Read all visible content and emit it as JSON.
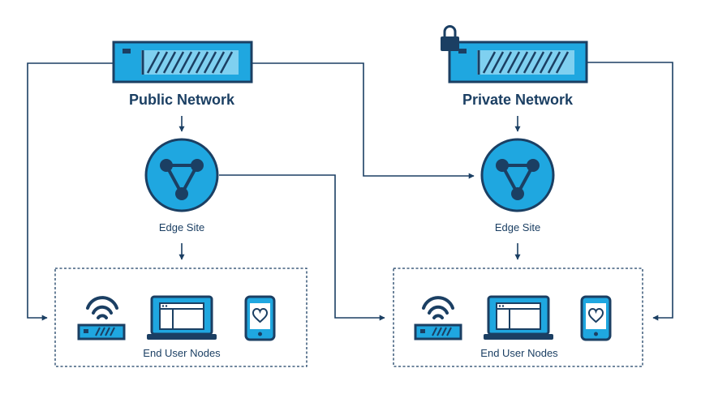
{
  "public_network": {
    "title": "Public Network",
    "edge_label": "Edge Site",
    "nodes_label": "End User Nodes"
  },
  "private_network": {
    "title": "Private Network",
    "edge_label": "Edge Site",
    "nodes_label": "End User Nodes"
  },
  "colors": {
    "navy": "#1b3f63",
    "blue": "#1fa7e0",
    "light_blue": "#7fd0f0",
    "white": "#ffffff"
  },
  "icons": {
    "server": "server-icon",
    "lock": "lock-icon",
    "edge_site": "network-triangle-icon",
    "router": "wifi-router-icon",
    "laptop": "laptop-icon",
    "phone": "phone-heart-icon"
  }
}
